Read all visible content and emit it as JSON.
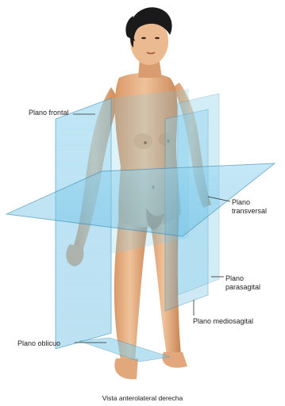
{
  "labels": {
    "frontal": "Plano frontal",
    "transversal_line1": "Plano",
    "transversal_line2": "transversal",
    "parasagital_line1": "Plano",
    "parasagital_line2": "parasagital",
    "mediosagital": "Plano mediosagital",
    "oblicuo": "Plano oblicuo"
  },
  "caption": "Vista anterolateral derecha",
  "colors": {
    "plane_fill": "#6fc3e6",
    "plane_edge": "#3d8fb8",
    "skin": "#e9b48a",
    "skin_shadow": "#c98658",
    "hair": "#1a1a1a"
  }
}
